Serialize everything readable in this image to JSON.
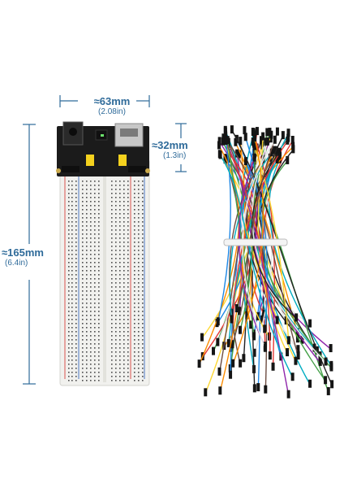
{
  "dimensions": {
    "width": {
      "main": "≈63mm",
      "sub": "(2.08in)"
    },
    "module_height": {
      "main": "≈32mm",
      "sub": "(1.3in)"
    },
    "height": {
      "main": "≈165mm",
      "sub": "(6.4in)"
    }
  },
  "colors": {
    "dimension": "#2f6b9a",
    "board": "#f1f1ee",
    "rail_red": "#d9534f",
    "rail_blue": "#4a78c2",
    "module_pcb": "#1b1b1b"
  },
  "wire_colors": [
    "#e53935",
    "#1e88e5",
    "#43a047",
    "#fdd835",
    "#fb8c00",
    "#8e24aa",
    "#212121",
    "#6d4c41",
    "#ffffff",
    "#00acc1"
  ]
}
